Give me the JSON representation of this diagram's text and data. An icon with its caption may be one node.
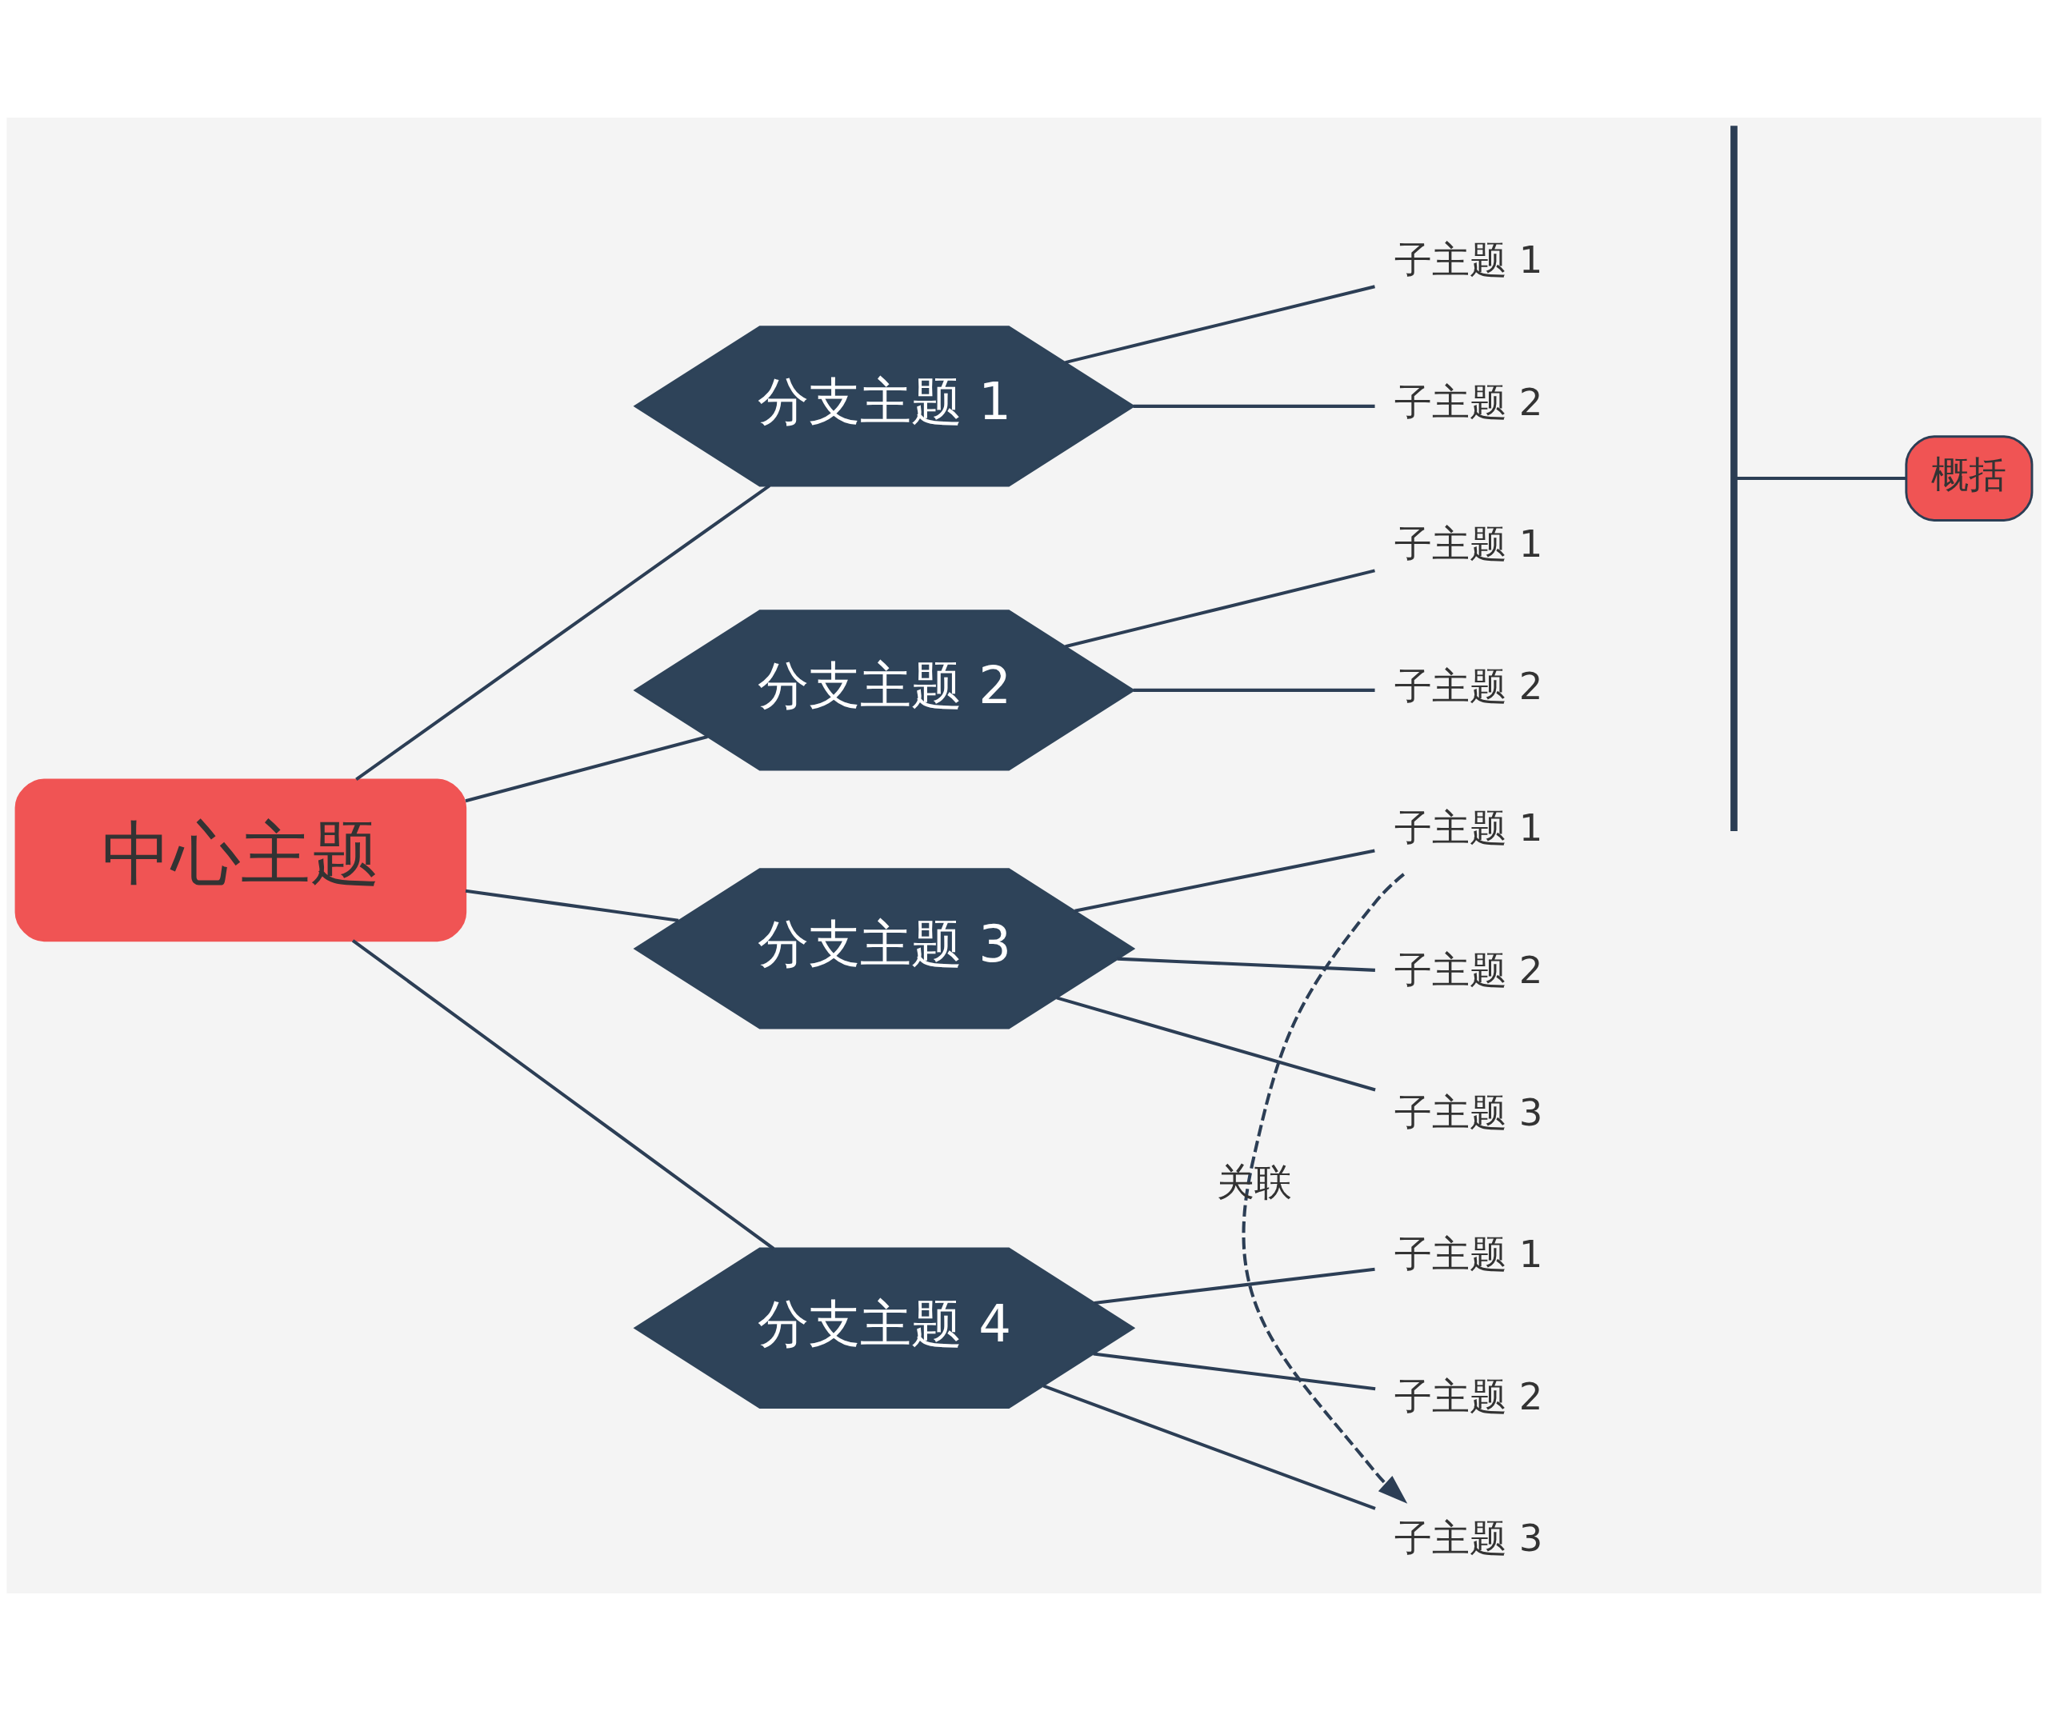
{
  "diagram": {
    "nodes": [
      {
        "text": [
          "中心主题"
        ]
      },
      {
        "text": [
          "分支主题 1"
        ]
      },
      {
        "text": [
          "分支主题 2"
        ]
      },
      {
        "text": [
          "分支主题 3"
        ]
      },
      {
        "text": [
          "分支主题 4"
        ]
      },
      {
        "text": [
          "子主题 1"
        ]
      },
      {
        "text": [
          "子主题 2"
        ]
      },
      {
        "text": [
          "子主题 1"
        ]
      },
      {
        "text": [
          "子主题 2"
        ]
      },
      {
        "text": [
          "子主题 1"
        ]
      },
      {
        "text": [
          "子主题 2"
        ]
      },
      {
        "text": [
          "子主题 3"
        ]
      },
      {
        "text": [
          "子主题 1"
        ]
      },
      {
        "text": [
          "子主题 2"
        ]
      },
      {
        "text": [
          "子主题 3"
        ]
      },
      {
        "text": [],
        "shape": "bracket"
      },
      {
        "text": [
          "概括"
        ]
      }
    ],
    "edges": [
      {
        "from": 0,
        "to": 1,
        "arrow": "none"
      },
      {
        "from": 0,
        "to": 2,
        "arrow": "none"
      },
      {
        "from": 0,
        "to": 3,
        "arrow": "none"
      },
      {
        "from": 0,
        "to": 4,
        "arrow": "none"
      },
      {
        "from": 1,
        "to": 5,
        "arrow": "none"
      },
      {
        "from": 1,
        "to": 6,
        "arrow": "none"
      },
      {
        "from": 2,
        "to": 7,
        "arrow": "none"
      },
      {
        "from": 2,
        "to": 8,
        "arrow": "none"
      },
      {
        "from": 3,
        "to": 9,
        "arrow": "none"
      },
      {
        "from": 3,
        "to": 10,
        "arrow": "none"
      },
      {
        "from": 3,
        "to": 11,
        "arrow": "none"
      },
      {
        "from": 4,
        "to": 12,
        "arrow": "none"
      },
      {
        "from": 4,
        "to": 13,
        "arrow": "none"
      },
      {
        "from": 4,
        "to": 14,
        "arrow": "none"
      },
      {
        "from": 15,
        "to": 16,
        "arrow": "none"
      },
      {
        "from": 9,
        "to": 14,
        "arrow": "to",
        "style": "dashed",
        "label": "关联"
      }
    ]
  }
}
